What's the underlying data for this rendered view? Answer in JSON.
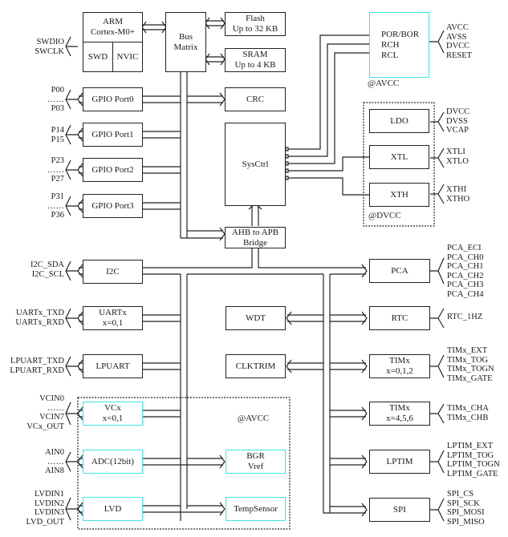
{
  "core": {
    "arm": {
      "line1": "ARM",
      "line2": "Cortex-M0+"
    },
    "swd": "SWD",
    "nvic": "NVIC",
    "bus_matrix": {
      "line1": "Bus",
      "line2": "Matrix"
    },
    "flash": {
      "line1": "Flash",
      "line2": "Up to 32 KB"
    },
    "sram": {
      "line1": "SRAM",
      "line2": "Up to 4 KB"
    },
    "crc": "CRC",
    "sysctrl": "SysCtrl",
    "bridge": {
      "line1": "AHB to APB",
      "line2": "Bridge"
    }
  },
  "debug_pins": [
    "SWDIO",
    "SWCLK"
  ],
  "gpio": [
    {
      "label": "GPIO Port0",
      "pins": [
        "P00",
        "……",
        "P03"
      ]
    },
    {
      "label": "GPIO Port1",
      "pins": [
        "P14",
        "P15"
      ]
    },
    {
      "label": "GPIO Port2",
      "pins": [
        "P23",
        "……",
        "P27"
      ]
    },
    {
      "label": "GPIO Port3",
      "pins": [
        "P31",
        "……",
        "P36"
      ]
    }
  ],
  "power": {
    "por": {
      "lines": [
        "POR/BOR",
        "RCH",
        "RCL"
      ],
      "domain": "@AVCC",
      "pins": [
        "AVCC",
        "AVSS",
        "DVCC",
        "RESET"
      ]
    },
    "ldo": {
      "label": "LDO",
      "pins": [
        "DVCC",
        "DVSS",
        "VCAP"
      ]
    },
    "xtl": {
      "label": "XTL",
      "pins": [
        "XTLI",
        "XTLO"
      ]
    },
    "xth": {
      "label": "XTH",
      "pins": [
        "XTHI",
        "XTHO"
      ]
    },
    "dvcc_domain": "@DVCC"
  },
  "left_periph": [
    {
      "name": "i2c",
      "line1": "I2C",
      "line2": "",
      "pins": [
        "I2C_SDA",
        "I2C_SCL"
      ]
    },
    {
      "name": "uart",
      "line1": "UARTx",
      "line2": "x=0,1",
      "pins": [
        "UARTx_TXD",
        "UARTx_RXD"
      ]
    },
    {
      "name": "lpuart",
      "line1": "LPUART",
      "line2": "",
      "pins": [
        "LPUART_TXD",
        "LPUART_RXD"
      ]
    }
  ],
  "analog": {
    "domain": "@AVCC",
    "vcx": {
      "line1": "VCx",
      "line2": "x=0,1",
      "pins": [
        "VCIN0",
        "……",
        "VCIN7",
        "VCx_OUT"
      ]
    },
    "adc": {
      "label": "ADC(12bit)",
      "pins": [
        "AIN0",
        "……",
        "AIN8"
      ]
    },
    "lvd": {
      "label": "LVD",
      "pins": [
        "LVDIN1",
        "LVDIN2",
        "LVDIN3",
        "LVD_OUT"
      ]
    },
    "bgr": {
      "line1": "BGR",
      "line2": "Vref"
    },
    "temp": "TempSensor"
  },
  "center_periph": {
    "wdt": "WDT",
    "clktrim": "CLKTRIM"
  },
  "right_periph": [
    {
      "name": "pca",
      "line1": "PCA",
      "line2": "",
      "pins": [
        "PCA_ECI",
        "PCA_CH0",
        "PCA_CH1",
        "PCA_CH2",
        "PCA_CH3",
        "PCA_CH4"
      ]
    },
    {
      "name": "rtc",
      "line1": "RTC",
      "line2": "",
      "pins": [
        "RTC_1HZ"
      ]
    },
    {
      "name": "tim012",
      "line1": "TIMx",
      "line2": "x=0,1,2",
      "pins": [
        "TIMx_EXT",
        "TIMx_TOG",
        "TIMx_TOGN",
        "TIMx_GATE"
      ]
    },
    {
      "name": "tim456",
      "line1": "TIMx",
      "line2": "x=4,5,6",
      "pins": [
        "TIMx_CHA",
        "TIMx_CHB"
      ]
    },
    {
      "name": "lptim",
      "line1": "LPTIM",
      "line2": "",
      "pins": [
        "LPTIM_EXT",
        "LPTIM_TOG",
        "LPTIM_TOGN",
        "LPTIM_GATE"
      ]
    },
    {
      "name": "spi",
      "line1": "SPI",
      "line2": "",
      "pins": [
        "SPI_CS",
        "SPI_SCK",
        "SPI_MOSI",
        "SPI_MISO"
      ]
    }
  ],
  "colors": {
    "line": "#222222",
    "analog_border": "#3ee6e6",
    "bus_fill": "#ffffff"
  }
}
